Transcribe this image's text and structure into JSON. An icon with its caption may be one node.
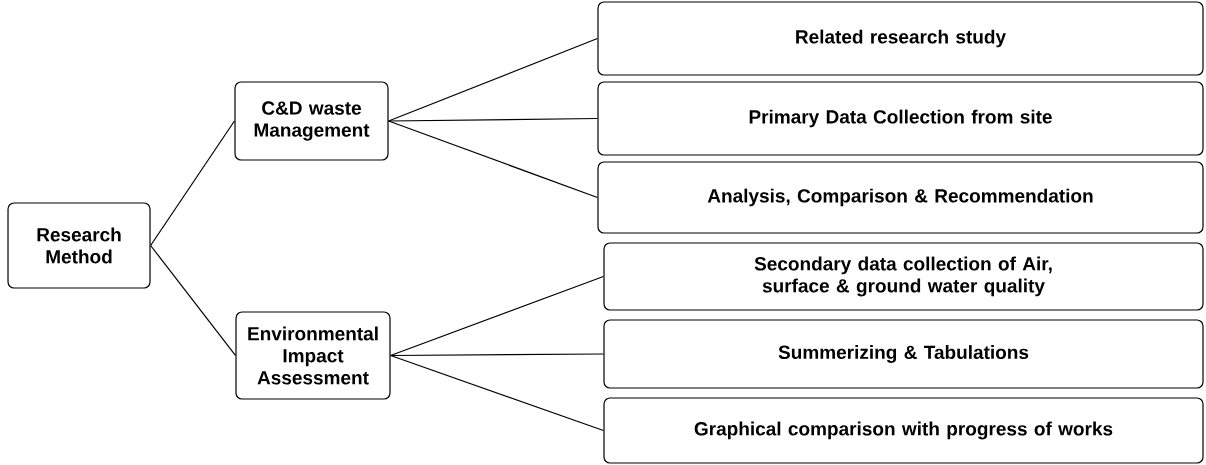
{
  "diagram": {
    "nodes": [
      {
        "text": [
          "Research Method"
        ]
      },
      {
        "text": [
          "C&D waste Management"
        ]
      },
      {
        "text": [
          "Environmental Impact Assessment"
        ]
      },
      {
        "text": [
          "Related research study"
        ]
      },
      {
        "text": [
          "Primary Data Collection from site"
        ]
      },
      {
        "text": [
          "Analysis, Comparison & Recommendation"
        ]
      },
      {
        "text": [
          "Secondary data collection of Air, surface & ground water quality"
        ]
      },
      {
        "text": [
          "Summerizing & Tabulations"
        ]
      },
      {
        "text": [
          "Graphical comparison with progress of works"
        ]
      }
    ],
    "edges": [
      {
        "from": 0,
        "to": 1,
        "arrow": "none"
      },
      {
        "from": 0,
        "to": 2,
        "arrow": "none"
      },
      {
        "from": 1,
        "to": 3,
        "arrow": "none"
      },
      {
        "from": 1,
        "to": 4,
        "arrow": "none"
      },
      {
        "from": 1,
        "to": 5,
        "arrow": "none"
      },
      {
        "from": 2,
        "to": 6,
        "arrow": "none"
      },
      {
        "from": 2,
        "to": 7,
        "arrow": "none"
      },
      {
        "from": 2,
        "to": 8,
        "arrow": "none"
      }
    ]
  }
}
